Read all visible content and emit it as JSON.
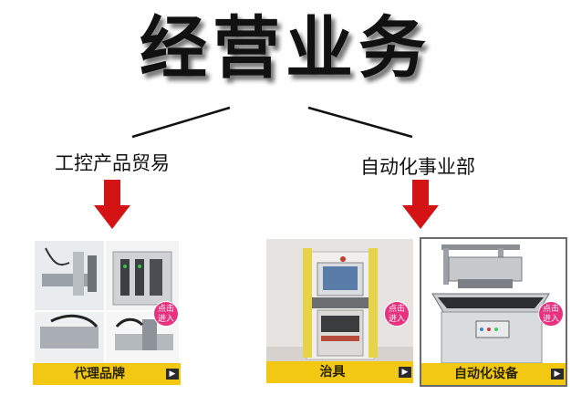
{
  "title": "经营业务",
  "branches": [
    {
      "label": "工控产品贸易"
    },
    {
      "label": "自动化事业部"
    }
  ],
  "cards": [
    {
      "caption": "代理品牌",
      "badge_line1": "点击",
      "badge_line2": "进入",
      "arrow": "▶"
    },
    {
      "caption": "治具",
      "badge_line1": "点击",
      "badge_line2": "进入",
      "arrow": "▶"
    },
    {
      "caption": "自动化设备",
      "badge_line1": "点击",
      "badge_line2": "进入",
      "arrow": "▶"
    }
  ],
  "colors": {
    "arrow_red": "#d41414",
    "caption_yellow": "#f2c812",
    "badge_pink": "#e8317f"
  }
}
